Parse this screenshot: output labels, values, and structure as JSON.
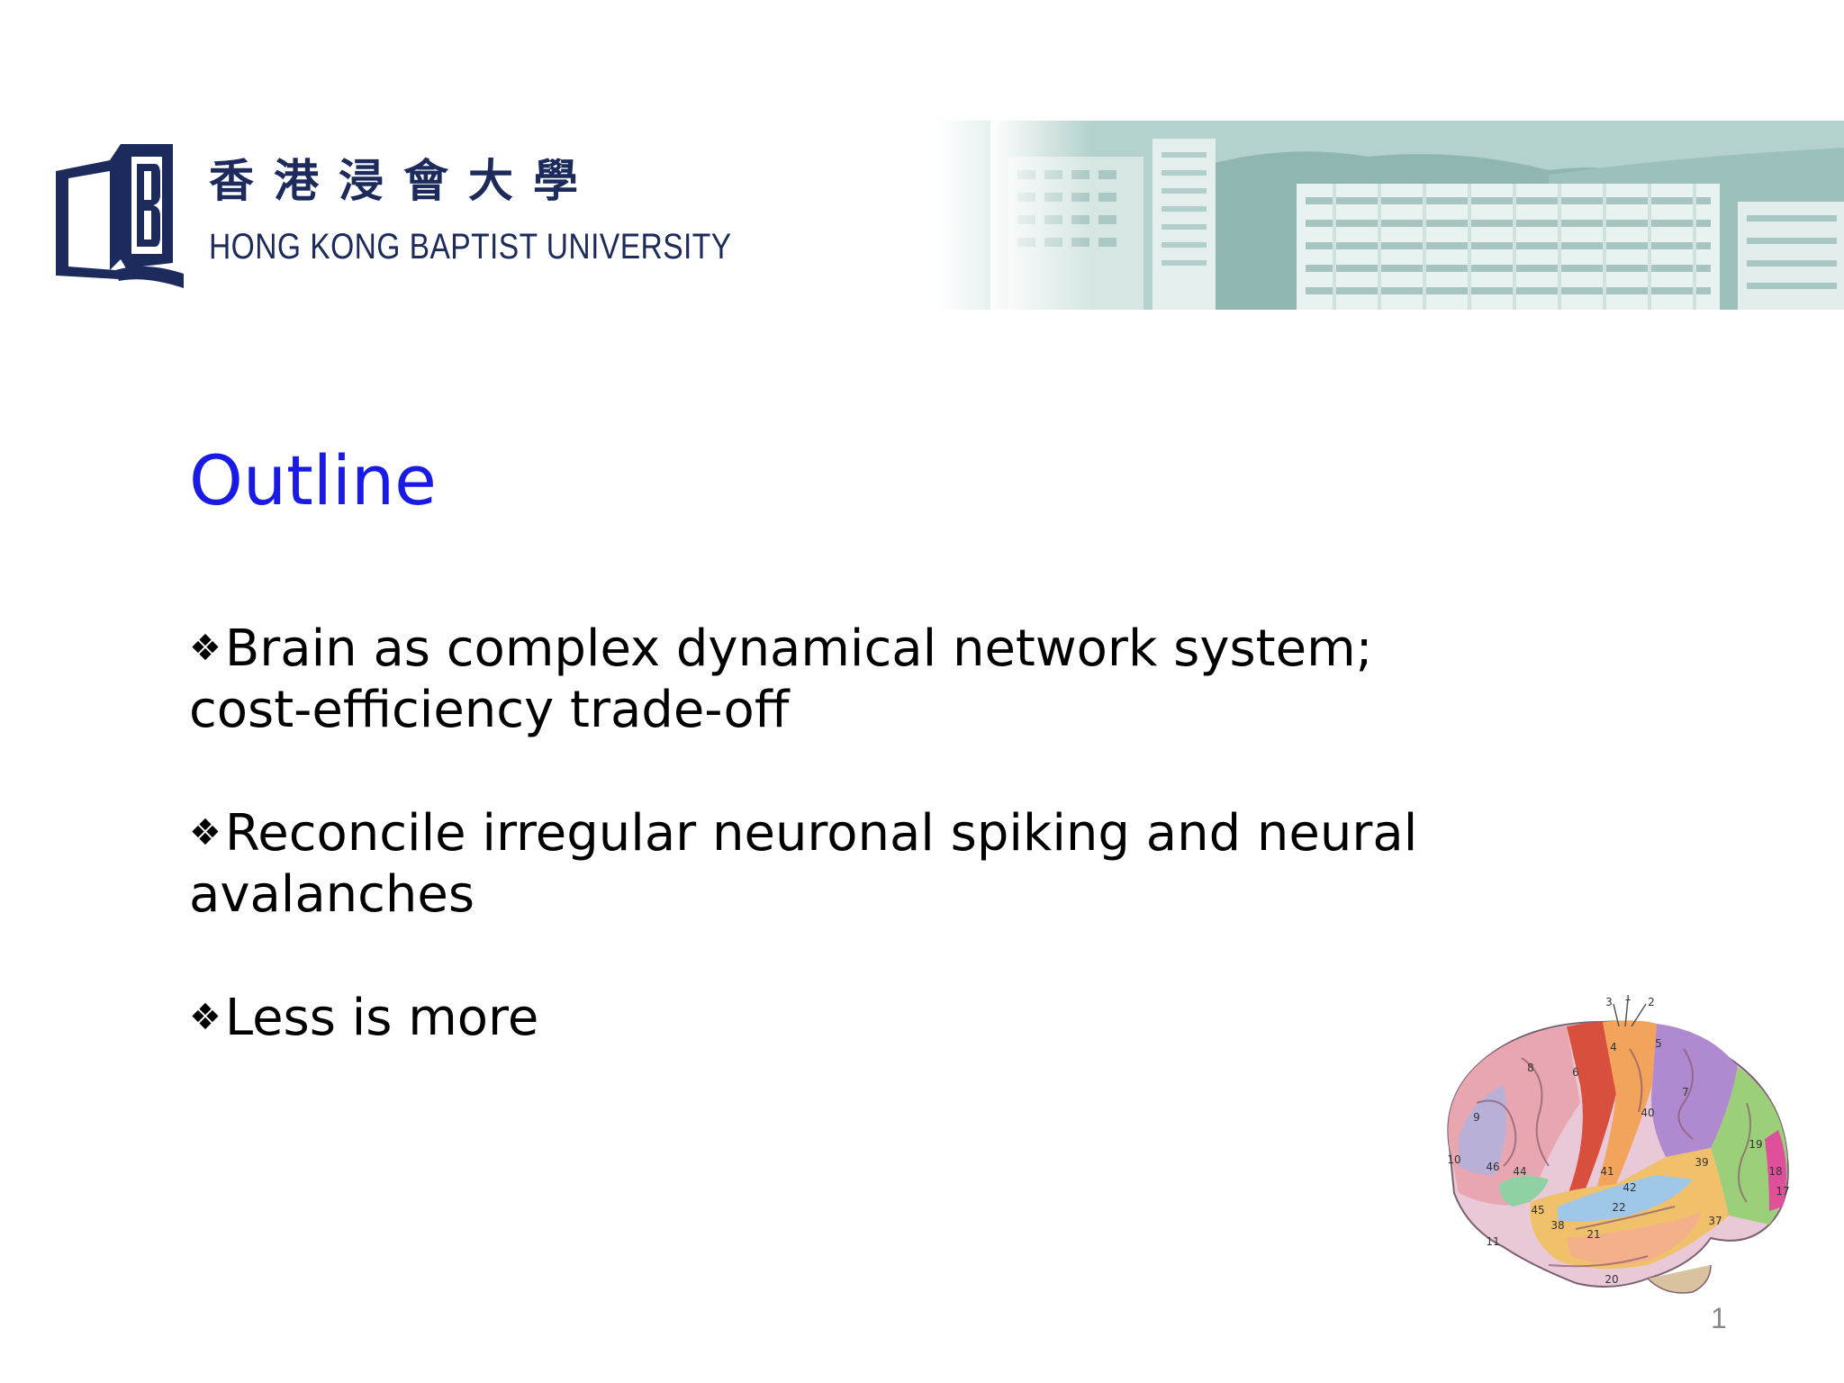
{
  "header": {
    "university_name_zh": "香港浸會大學",
    "university_name_en": "HONG KONG BAPTIST UNIVERSITY",
    "logo_icon": "hkbu-book-logo-icon",
    "photo": "campus-buildings-photo",
    "brand_color": "#1c2a5c",
    "banner_tint": "#b0cfcb"
  },
  "slide": {
    "title": "Outline",
    "title_color": "#1a1ae6",
    "bullet_glyph": "❖",
    "bullets": [
      {
        "line1": "Brain as complex dynamical network system;",
        "line2": "cost-efficiency trade-off"
      },
      {
        "line1": "Reconcile irregular neuronal spiking and neural",
        "line2": "avalanches"
      },
      {
        "line1": "Less is more",
        "line2": ""
      }
    ],
    "page_number": "1"
  },
  "figure": {
    "name": "brodmann-areas-brain-illustration",
    "area_labels": [
      "3",
      "1",
      "2",
      "4",
      "5",
      "6",
      "7",
      "8",
      "9",
      "10",
      "11",
      "17",
      "18",
      "19",
      "20",
      "21",
      "22",
      "37",
      "38",
      "39",
      "40",
      "41",
      "42",
      "44",
      "45",
      "46"
    ]
  }
}
